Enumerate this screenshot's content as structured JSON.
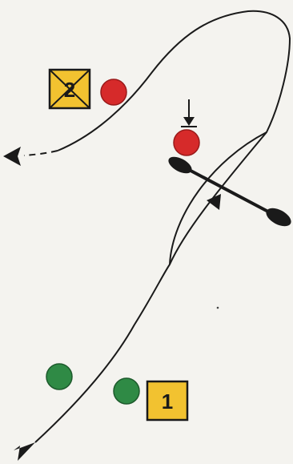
{
  "gates": [
    {
      "number": "2",
      "style": "crossed",
      "color": "#f2c230"
    },
    {
      "number": "1",
      "style": "plain",
      "color": "#f2c230"
    }
  ],
  "buoys": [
    {
      "color": "#d62a2a"
    },
    {
      "color": "#d62a2a"
    },
    {
      "color": "#2f8a45"
    },
    {
      "color": "#2f8a45"
    }
  ],
  "colors": {
    "path": "#1a1a1a",
    "paddle": "#1a1a1a",
    "background": "#f4f3ef"
  }
}
